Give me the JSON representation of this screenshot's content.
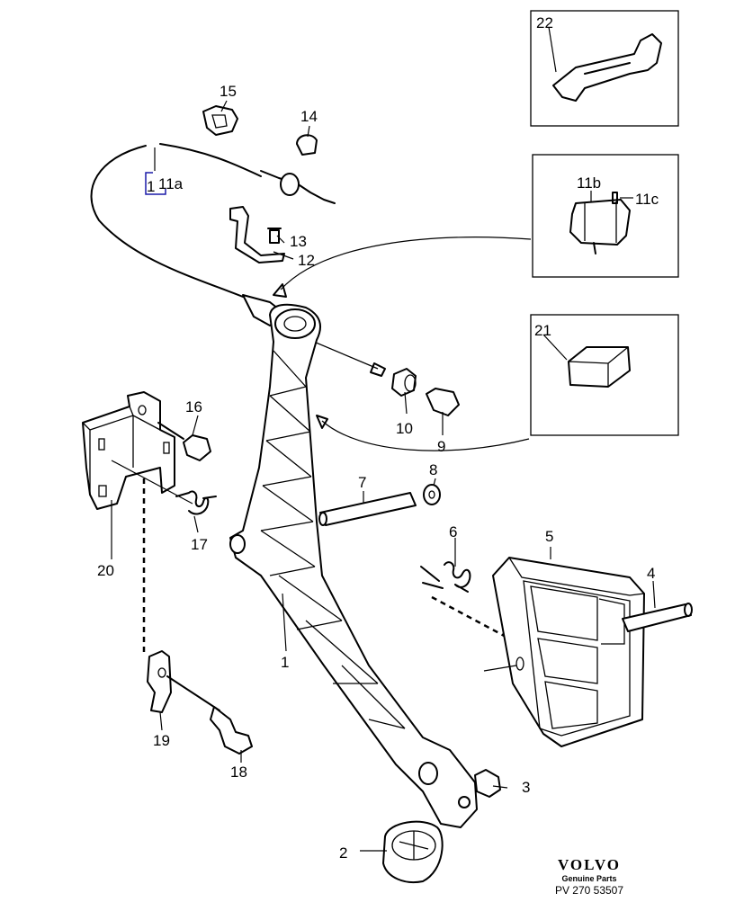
{
  "callouts": {
    "c1": "1",
    "c2": "2",
    "c3": "3",
    "c4": "4",
    "c5": "5",
    "c6": "6",
    "c7": "7",
    "c8": "8",
    "c9": "9",
    "c10": "10",
    "c11a_prefix": "1",
    "c11a": "11a",
    "c11b": "11b",
    "c11c": "11c",
    "c12": "12",
    "c13": "13",
    "c14": "14",
    "c15": "15",
    "c16": "16",
    "c17": "17",
    "c18": "18",
    "c19": "19",
    "c20": "20",
    "c21": "21",
    "c22": "22"
  },
  "brand": {
    "name": "VOLVO",
    "tagline": "Genuine Parts",
    "code": "PV 270 53507"
  }
}
